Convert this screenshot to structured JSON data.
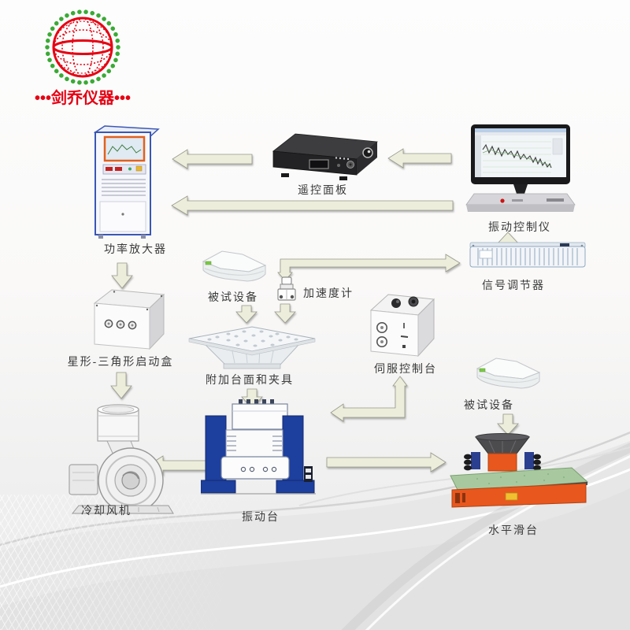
{
  "logo": {
    "brand_text": "•••剑乔仪器•••",
    "brand_color": "#e60012",
    "globe_dot_color": "#3aaa35"
  },
  "labels": {
    "power_amplifier": "功率放大器",
    "remote_panel": "遥控面板",
    "vibration_controller": "振动控制仪",
    "dut_top": "被试设备",
    "accelerometer": "加速度计",
    "signal_conditioner": "信号调节器",
    "starter_box": "星形-三角形启动盒",
    "fixture": "附加台面和夹具",
    "servo_console": "伺服控制台",
    "dut_bottom": "被试设备",
    "cooling_fan": "冷却风机",
    "shaker_table": "振动台",
    "slip_table": "水平滑台"
  },
  "colors": {
    "arrow_fill": "#eceedb",
    "cabinet_blue": "#3a57b5",
    "screen_frame_orange": "#e2601e",
    "shaker_blue": "#1d3f9e",
    "slip_table_orange": "#e8571e",
    "slip_table_green": "#a8c9a0",
    "label_text": "#3a3a3a"
  }
}
